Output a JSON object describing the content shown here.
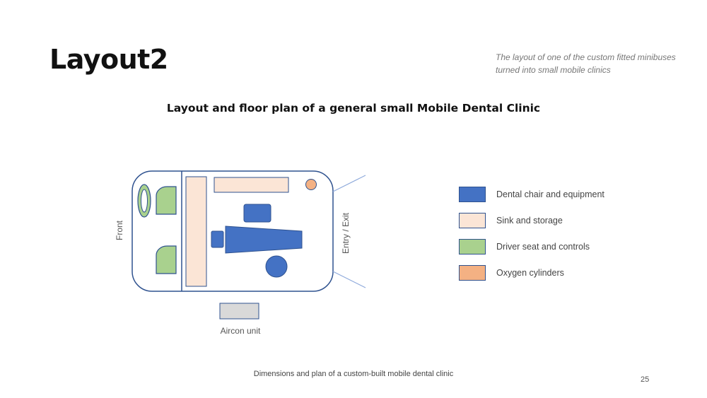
{
  "header": {
    "title": "Layout2",
    "subtitle": "The layout of one of the custom fitted minibuses turned into small mobile clinics"
  },
  "diagram": {
    "heading": "Layout and floor plan of a general small Mobile Dental Clinic",
    "labels": {
      "front": "Front",
      "entry_exit": "Entry / Exit",
      "aircon": "Aircon unit"
    },
    "colors": {
      "dental_chair": "#4472C4",
      "sink_storage": "#FBE5D6",
      "driver_seat": "#A9D18E",
      "oxygen": "#F4B183",
      "aircon": "#D9D9D9",
      "outline": "#2F528F"
    },
    "legend": [
      {
        "label": "Dental chair and equipment",
        "color": "#4472C4"
      },
      {
        "label": "Sink and storage",
        "color": "#FBE5D6"
      },
      {
        "label": "Driver seat and controls",
        "color": "#A9D18E"
      },
      {
        "label": "Oxygen cylinders",
        "color": "#F4B183"
      }
    ]
  },
  "footer": {
    "caption": "Dimensions and plan of a custom-built mobile dental clinic",
    "page_number": "25"
  }
}
